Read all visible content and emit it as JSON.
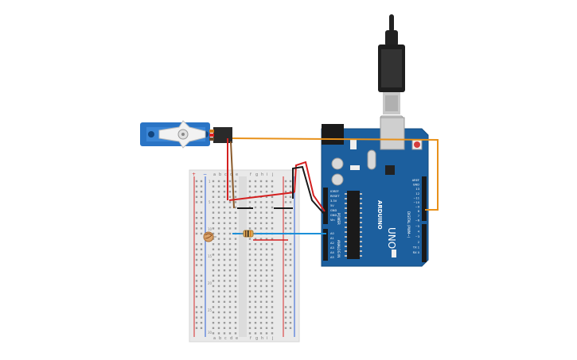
{
  "colors": {
    "background": "#ffffff",
    "arduino_blue": "#1c5f9e",
    "arduino_dark": "#124a7e",
    "breadboard": "#e9e9e9",
    "rail_red": "#d62a2a",
    "rail_blue": "#2a5fd6",
    "wire_orange": "#e8911a",
    "wire_brown": "#8a5a2b",
    "wire_red": "#d42020",
    "wire_black": "#1a1a1a",
    "wire_blue": "#1b8fd8",
    "servo_blue": "#2a74c5",
    "usb_black": "#222222"
  },
  "arduino": {
    "logo": "ARDUINO",
    "model": "UNO",
    "power_header_title": "POWER",
    "analog_header_title": "ANALOG IN",
    "digital_header_title": "DIGITAL (PWM~)",
    "power_pins": [
      "IOREF",
      "RESET",
      "3.3V",
      "5V",
      "GND",
      "GND",
      "Vin"
    ],
    "analog_pins": [
      "A0",
      "A1",
      "A2",
      "A3",
      "A4",
      "A5"
    ],
    "digital_pins": [
      "AREF",
      "GND",
      "13",
      "12",
      "~11",
      "~10",
      "~9",
      "8",
      "7",
      "~6",
      "~5",
      "4",
      "~3",
      "2",
      "TX 1",
      "RX 0"
    ]
  },
  "breadboard": {
    "rail_plus": "+",
    "rail_minus": "−",
    "columns_left": [
      "a",
      "b",
      "c",
      "d",
      "e"
    ],
    "columns_right": [
      "f",
      "g",
      "h",
      "i",
      "j"
    ],
    "row_numbers": [
      "1",
      "5",
      "10",
      "15",
      "20",
      "25",
      "30"
    ]
  },
  "components": {
    "servo": "servo-motor",
    "photoresistor": "photoresistor",
    "resistor": "resistor",
    "usb": "usb-cable"
  }
}
